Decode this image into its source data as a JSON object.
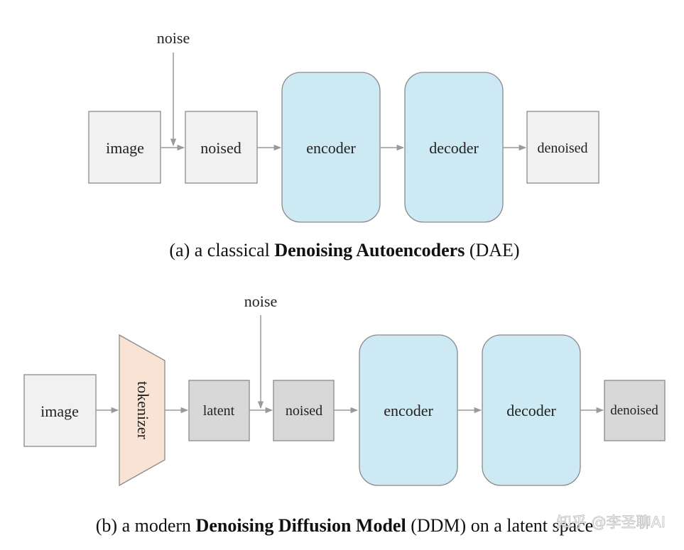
{
  "diagram_a": {
    "noise": "noise",
    "image": "image",
    "noised": "noised",
    "encoder": "encoder",
    "decoder": "decoder",
    "denoised": "denoised",
    "caption": {
      "prefix": "(a) a classical ",
      "bold": "Denoising Autoencoders",
      "suffix": " (DAE)"
    }
  },
  "diagram_b": {
    "noise": "noise",
    "image": "image",
    "tokenizer": "tokenizer",
    "latent": "latent",
    "noised": "noised",
    "encoder": "encoder",
    "decoder": "decoder",
    "denoised": "denoised",
    "caption": {
      "prefix": "(b) a modern ",
      "bold": "Denoising Diffusion Model",
      "suffix": " (DDM) on a latent space"
    }
  },
  "watermark": "知乎 @李圣聊AI",
  "colors": {
    "light_gray_box": "#f1f1f1",
    "dark_gray_box": "#d8d8d8",
    "blue_box": "#cde9f3",
    "tokenizer_fill": "#f9e3d5",
    "border": "#8a8a8a",
    "arrow": "#9a9a9a"
  }
}
